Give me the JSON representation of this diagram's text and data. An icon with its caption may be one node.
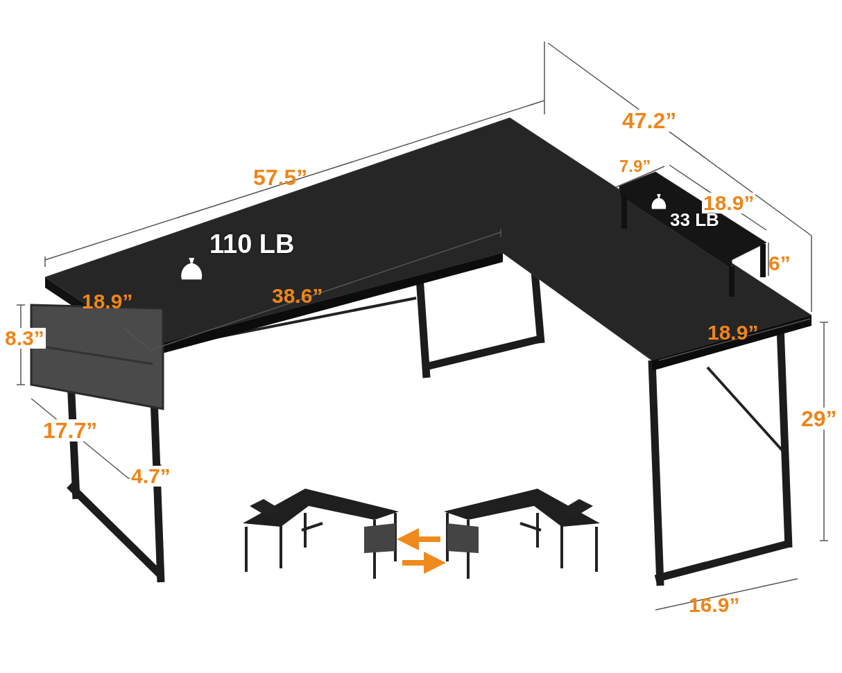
{
  "diagram": {
    "nodes": [
      {
        "text": [],
        "shape": "picture"
      },
      {
        "text": [],
        "shape": "picture"
      }
    ],
    "edges": [
      {
        "from": 1,
        "to": 0,
        "arrow": "to"
      },
      {
        "from": 0,
        "to": 1,
        "arrow": "to"
      }
    ],
    "labels": [
      "47.2”",
      "7.9”",
      "57.5”",
      "18.9”",
      "33 LB",
      "110 LB",
      "6”",
      "38.6”",
      "18.9”",
      "18.9”",
      "8.3”",
      "29”",
      "17.7”",
      "4.7”",
      "16.9”"
    ]
  }
}
